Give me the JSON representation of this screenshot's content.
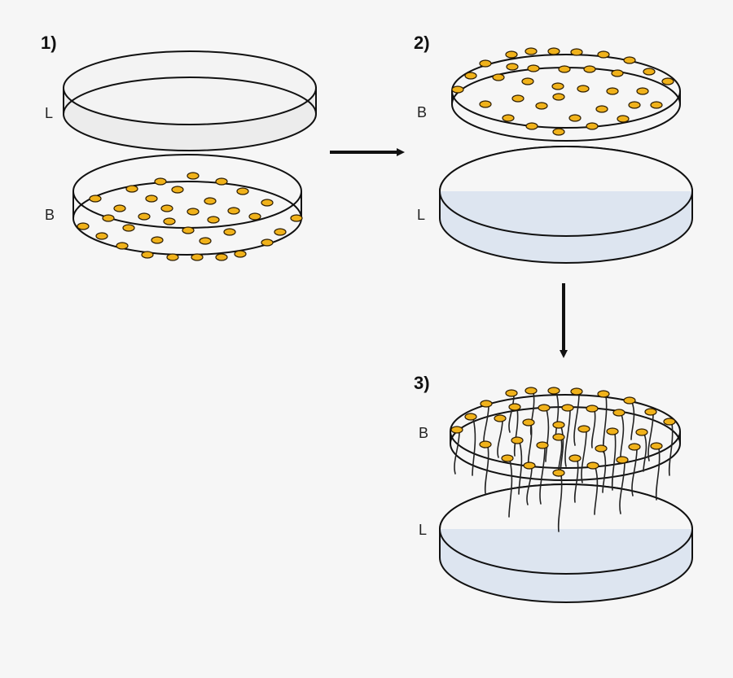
{
  "steps": [
    {
      "number_label": "1)",
      "top_dish_label": "L",
      "bottom_dish_label": "B"
    },
    {
      "number_label": "2)",
      "top_dish_label": "B",
      "bottom_dish_label": "L"
    },
    {
      "number_label": "3)",
      "top_dish_label": "B",
      "bottom_dish_label": "L"
    }
  ],
  "colors": {
    "seed_fill": "#f0b21b",
    "lid_fill": "#f0f0f0",
    "medium_fill": "#dde5f0",
    "outline": "#111111",
    "arrow": "#111111"
  }
}
